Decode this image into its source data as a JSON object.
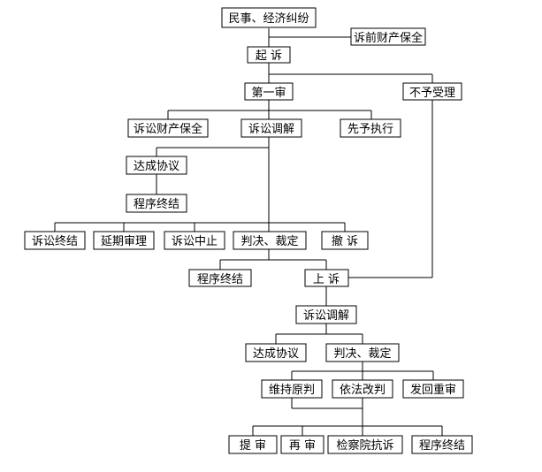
{
  "nodes": {
    "minshi": "民事、经济纠纷",
    "suqian_baoquan": "诉前财产保全",
    "qisu": "起 诉",
    "diyishen": "第一审",
    "buyu_shouli": "不予受理",
    "susong_baoquan": "诉讼财产保全",
    "susong_tiaojie": "诉讼调解",
    "xianyu_zhixing": "先予执行",
    "dacheng_xieyi": "达成协议",
    "chengxu_zhongjie_1": "程序终结",
    "susong_zhongjie": "诉讼终结",
    "yanqi_shenli": "延期审理",
    "susong_zhongzhi": "诉讼中止",
    "panjue_caiding_1": "判决、裁定",
    "chesu": "撤 诉",
    "chengxu_zhongjie_2": "程序终结",
    "shangsu": "上 诉",
    "susong_tiaojie_2": "诉讼调解",
    "dacheng_xieyi_2": "达成协议",
    "panjue_caiding_2": "判决、裁定",
    "weichi_yuanpan": "维持原判",
    "yifa_gaipan": "依法改判",
    "fahui_chongshen": "发回重审",
    "tishen": "提 审",
    "zaishen": "再 审",
    "jianchayuan_kangsu": "检察院抗诉",
    "chengxu_zhongjie_3": "程序终结"
  }
}
